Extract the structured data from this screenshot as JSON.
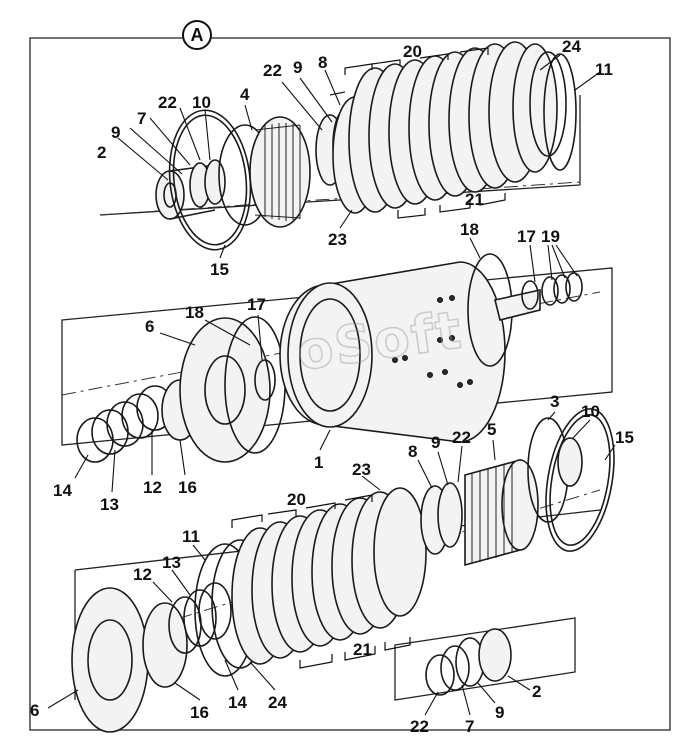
{
  "diagram": {
    "section_label": "A",
    "watermark": "oSoft",
    "callouts": {
      "top": [
        "20",
        "24",
        "11",
        "22",
        "9",
        "8",
        "22",
        "10",
        "4",
        "7",
        "9",
        "2",
        "23",
        "21",
        "15"
      ],
      "middle": [
        "18",
        "17",
        "19",
        "6",
        "18",
        "17",
        "1",
        "14",
        "13",
        "12",
        "16"
      ],
      "bottom": [
        "3",
        "10",
        "15",
        "8",
        "9",
        "22",
        "5",
        "23",
        "20",
        "11",
        "12",
        "13",
        "21",
        "14",
        "24",
        "16",
        "6",
        "22",
        "7",
        "9",
        "2"
      ]
    }
  }
}
